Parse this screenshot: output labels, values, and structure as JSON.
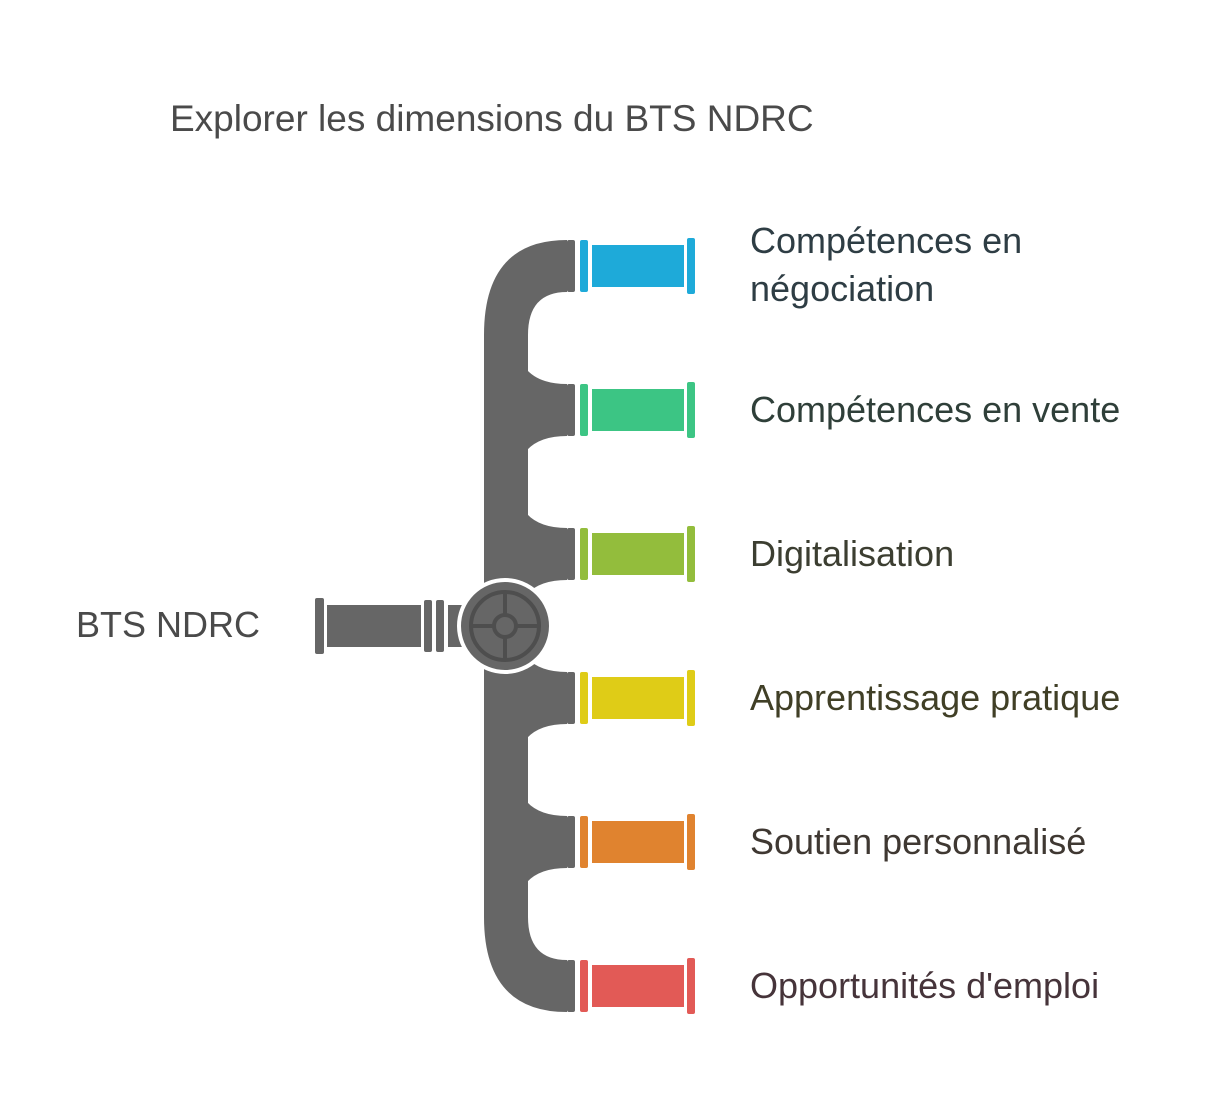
{
  "title": "Explorer les dimensions du BTS NDRC",
  "source": {
    "label": "BTS NDRC"
  },
  "branches": [
    {
      "label": "Compétences en négociation",
      "color": "#1eaad9"
    },
    {
      "label": "Compétences en vente",
      "color": "#3cc584"
    },
    {
      "label": "Digitalisation",
      "color": "#93bd3c"
    },
    {
      "label": "Apprentissage pratique",
      "color": "#dfcc17"
    },
    {
      "label": "Soutien personnalisé",
      "color": "#e0832f"
    },
    {
      "label": "Opportunités d'emploi",
      "color": "#e25a56"
    }
  ],
  "pipe_color": "#666666"
}
